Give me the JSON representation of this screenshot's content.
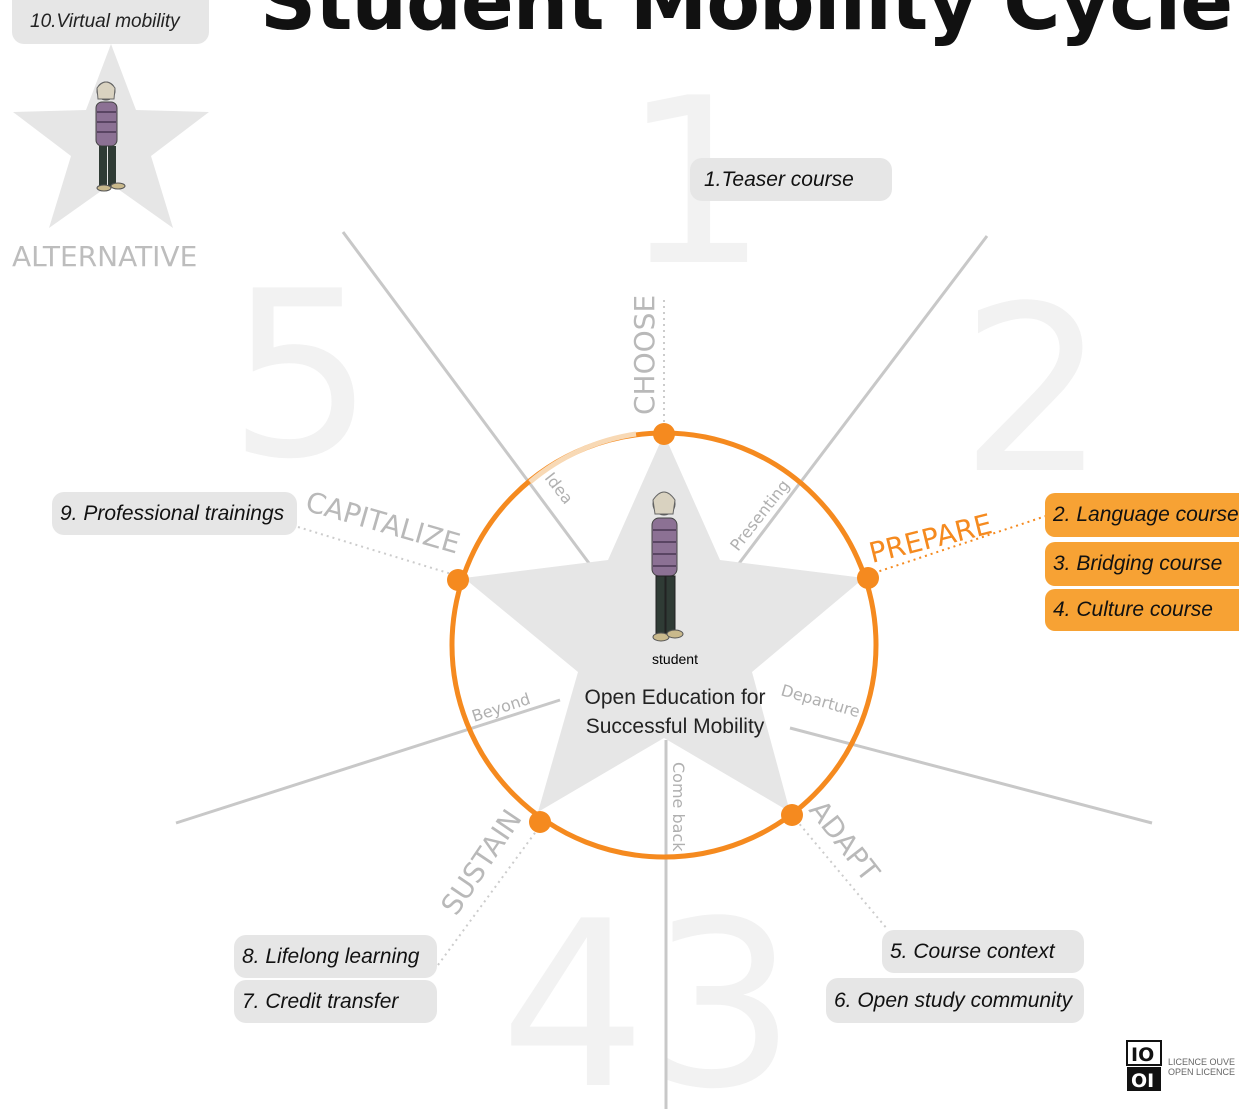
{
  "title": "Student Mobility Cycle",
  "alternative": {
    "label": "ALTERNATIVE",
    "course": "10.Virtual mobility"
  },
  "center": {
    "line1": "Open Education for",
    "line2": "Successful Mobility",
    "student": "student"
  },
  "phase_numbers": [
    "1",
    "2",
    "3",
    "4",
    "5"
  ],
  "phases": {
    "choose": "CHOOSE",
    "prepare": "PREPARE",
    "adapt": "ADAPT",
    "sustain": "SUSTAIN",
    "capitalize": "CAPITALIZE"
  },
  "transitions": {
    "idea": "Idea",
    "presenting": "Presenting",
    "departure": "Departure",
    "come_back": "Come back",
    "beyond": "Beyond"
  },
  "courses": {
    "teaser": "1.Teaser course",
    "language": "2. Language course",
    "bridging": "3. Bridging course",
    "culture": "4. Culture course",
    "context": "5. Course context",
    "community": "6. Open study community",
    "credit": "7. Credit transfer",
    "lifelong": "8. Lifelong learning",
    "professional": "9.  Professional trainings"
  },
  "licence": {
    "mark_top": "IO",
    "mark_bottom": "OI",
    "line1": "LICENCE OUVE",
    "line2": "OPEN LICENCE"
  },
  "colors": {
    "accent": "#f58a1f",
    "accent_light": "#f7a234",
    "star": "#e6e6e6",
    "pill": "#e6e6e6",
    "faint": "#f2f2f2"
  }
}
